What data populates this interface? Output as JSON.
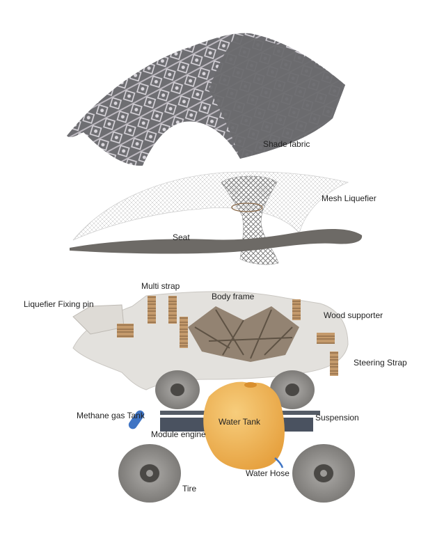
{
  "labels": {
    "shade_fabric": "Shade fabric",
    "mesh_liquefier": "Mesh Liquefier",
    "seat": "Seat",
    "multi_strap": "Multi strap",
    "body_frame": "Body frame",
    "liquefier_fixing_pin": "Liquefier Fixing pin",
    "wood_supporter": "Wood supporter",
    "steering_strap": "Steering Strap",
    "methane_gas_tank": "Methane gas Tank",
    "water_tank": "Water Tank",
    "suspension": "Suspension",
    "module_engine": "Module engine",
    "water_hose": "Water Hose",
    "tire": "Tire"
  },
  "colors": {
    "fabric": "#6e6e72",
    "fabric_pattern": "#d9d6dc",
    "frame": "#e3e1dd",
    "wood": "#8a7966",
    "strap": "#c49a6c",
    "tank": "#f1b553",
    "tire": "#8d8b88",
    "mesh": "#c8c8c8",
    "seat": "#6d6a66",
    "gas_tank": "#3f74c4"
  }
}
